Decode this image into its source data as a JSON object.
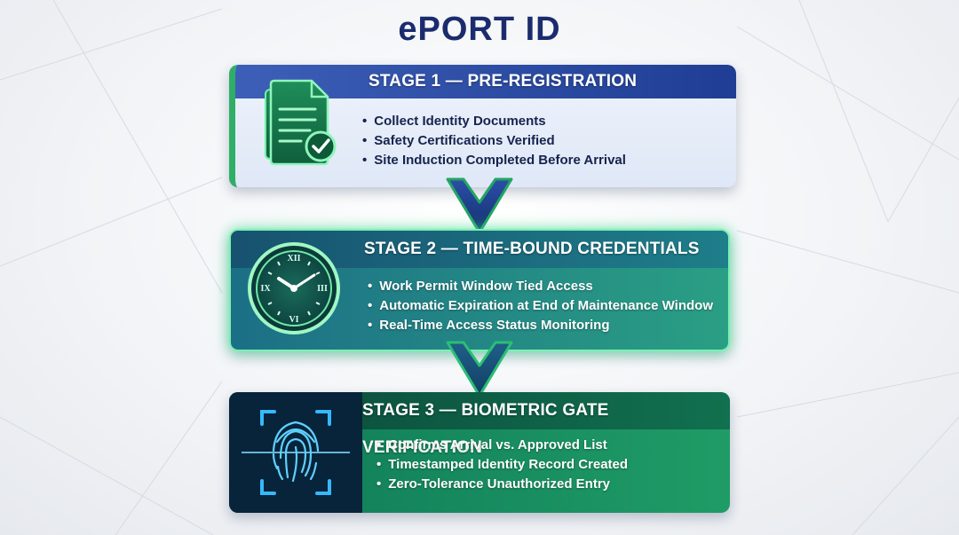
{
  "header": {
    "title": "ePORT ID"
  },
  "stages": [
    {
      "title": "STAGE 1 — PRE-REGISTRATION",
      "icon": "document-check-icon",
      "items": [
        "Collect Identity Documents",
        "Safety Certifications Verified",
        "Site Induction Completed Before Arrival"
      ]
    },
    {
      "title": "STAGE 2 — TIME-BOUND CREDENTIALS",
      "icon": "clock-icon",
      "items": [
        "Work Permit Window Tied Access",
        "Automatic Expiration at End of Maintenance Window",
        "Real-Time Access Status Monitoring"
      ]
    },
    {
      "title": "STAGE 3 — BIOMETRIC GATE VERIFICATION",
      "icon": "fingerprint-icon",
      "items": [
        "Confirms Arrival vs. Approved List",
        "Timestamped Identity Record Created",
        "Zero-Tolerance Unauthorized Entry"
      ]
    }
  ],
  "colors": {
    "title": "#1b2c6e",
    "stage1_header": "#1f3d94",
    "stage2_header": "#17526f",
    "stage3_header": "#0b4a3a",
    "accent_green": "#2fae67"
  }
}
